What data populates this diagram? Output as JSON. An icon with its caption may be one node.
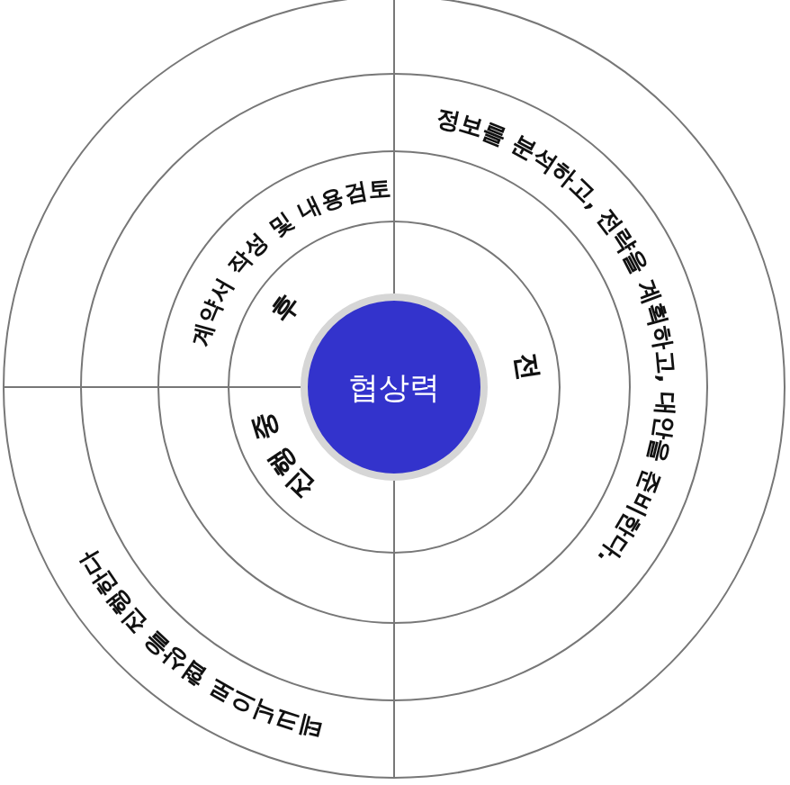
{
  "diagram": {
    "nodes": [
      {
        "text": [
          "협상력"
        ]
      }
    ],
    "labels": [
      "계약서 작성 및 내용검토",
      "정보를 분석하고, 전략을 계획하고, 대안을 준비한다.",
      "테크닉으로 협상을 진행한다",
      "후",
      "전",
      "진행 중"
    ]
  }
}
